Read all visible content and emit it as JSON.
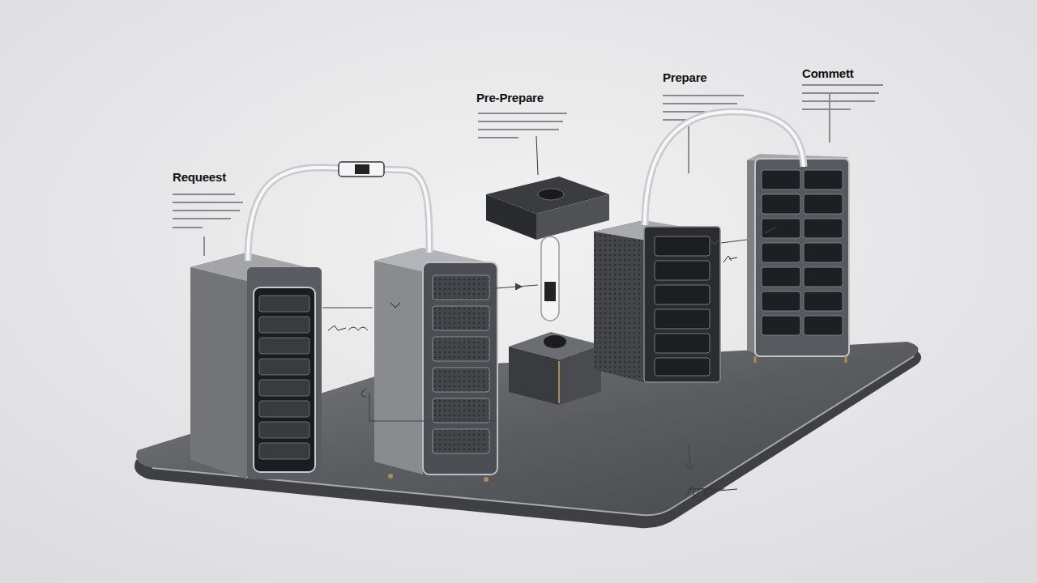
{
  "diagram": {
    "labels": [
      "Requeest",
      "Pre-Prepare",
      "Prepare",
      "Commett"
    ]
  }
}
